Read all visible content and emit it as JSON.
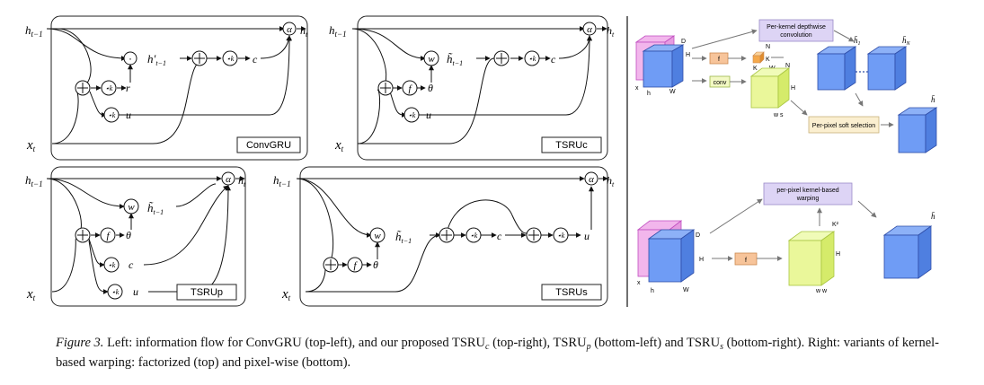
{
  "panels": {
    "convgru": {
      "tag": "ConvGRU",
      "h_in": "h",
      "h_in_sub": "t−1",
      "x_in": "x",
      "x_in_sub": "t",
      "h_out": "h",
      "h_out_sub": "t",
      "r": "r",
      "u": "u",
      "hprime": "h′",
      "hprime_sub": "t−1",
      "c": "c",
      "alpha": "α",
      "kk": "⋆k",
      "dot": "·"
    },
    "tsruc": {
      "tag": "TSRUc",
      "h_in": "h",
      "h_in_sub": "t−1",
      "x_in": "x",
      "x_in_sub": "t",
      "h_out": "h",
      "h_out_sub": "t",
      "theta": "θ",
      "f": "f",
      "w": "w",
      "htilde": "h̃",
      "htilde_sub": "t−1",
      "u": "u",
      "c": "c",
      "alpha": "α",
      "kk": "⋆k"
    },
    "tsrup": {
      "tag": "TSRUp",
      "h_in": "h",
      "h_in_sub": "t−1",
      "x_in": "x",
      "x_in_sub": "t",
      "h_out": "h",
      "h_out_sub": "t",
      "theta": "θ",
      "f": "f",
      "w": "w",
      "htilde": "h̃",
      "htilde_sub": "t−1",
      "u": "u",
      "c": "c",
      "alpha": "α",
      "kk": "⋆k"
    },
    "tsrus": {
      "tag": "TSRUs",
      "h_in": "h",
      "h_in_sub": "t−1",
      "x_in": "x",
      "x_in_sub": "t",
      "h_out": "h",
      "h_out_sub": "t",
      "theta": "θ",
      "f": "f",
      "w": "w",
      "htilde": "h̃",
      "htilde_sub": "t−1",
      "u": "u",
      "c": "c",
      "alpha": "α",
      "kk": "⋆k"
    }
  },
  "warp_top": {
    "depthwise_label_line1": "Per-kernel depthwise",
    "depthwise_label_line2": "convolution",
    "softsel_label": "Per-pixel soft selection",
    "f": "f",
    "conv": "conv",
    "dims": {
      "D": "D",
      "H": "H",
      "W": "W",
      "x": "x",
      "h": "h",
      "w": "w",
      "N": "N",
      "K": "K",
      "ws": "w s"
    },
    "h1": "h̄",
    "h1_sub": "1",
    "hN": "h̄",
    "hN_sub": "N",
    "hbar": "h̄"
  },
  "warp_bottom": {
    "pixelwise_label_line1": "per-pixel kernel-based",
    "pixelwise_label_line2": "warping",
    "f": "f",
    "dims": {
      "D": "D",
      "H": "H",
      "W": "W",
      "x": "x",
      "h": "h",
      "K2": "K²",
      "ww": "w w"
    },
    "hbar": "h̄"
  },
  "caption": {
    "prefix": "Figure 3.",
    "text1": " Left:  information flow for ConvGRU (top-left), and our proposed TSRU",
    "sub_c": "c",
    "text2": " (top-right), TSRU",
    "sub_p": "p",
    "text3": " (bottom-left) and TSRU",
    "sub_s": "s",
    "text4": " (bottom-right). Right: variants of kernel-based warping: factorized (top) and pixel-wise (bottom)."
  },
  "colors": {
    "pink": "#f2b6ec",
    "pink_edge": "#c04ec0",
    "blue": "#6f9cf5",
    "blue_edge": "#2e4da8",
    "lime": "#eaf79a",
    "lime_edge": "#a8c540",
    "orange": "#f7c49a",
    "orange_edge": "#cc8a50",
    "lavender": "#ddd4f5",
    "lavender_edge": "#9a8ac8",
    "cream": "#fbefd0",
    "cream_edge": "#c9b27a",
    "green_box": "#f3f9c4",
    "green_edge": "#9cb64a"
  }
}
